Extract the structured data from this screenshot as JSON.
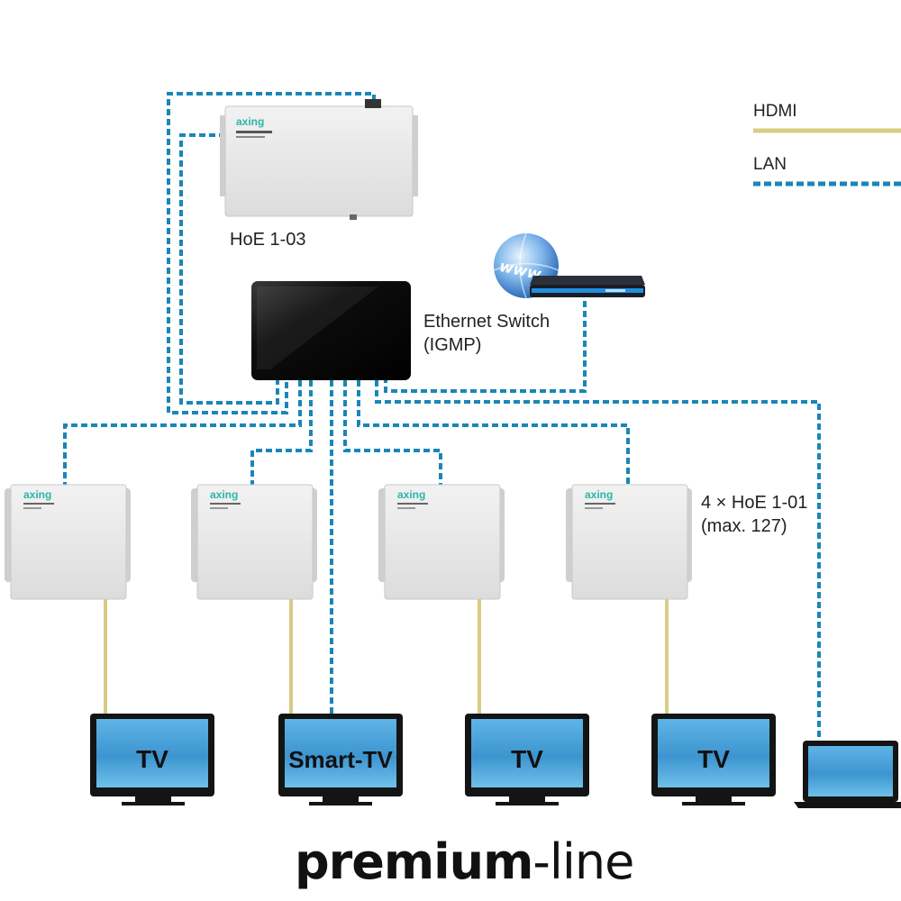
{
  "legend": {
    "hdmi_label": "HDMI",
    "lan_label": "LAN",
    "hdmi_color": "#d8cc85",
    "lan_color": "#1a86b8"
  },
  "devices": {
    "encoder": {
      "label": "HoE 1-03",
      "logo": "axing"
    },
    "switch": {
      "label_line1": "Ethernet Switch",
      "label_line2": "(IGMP)"
    },
    "router": {
      "globe_text": "www"
    },
    "receivers": {
      "label_line1": "4 × HoE 1-01",
      "label_line2": "(max. 127)",
      "logo": "axing"
    }
  },
  "displays": [
    {
      "label": "TV"
    },
    {
      "label": "Smart-TV"
    },
    {
      "label": "TV"
    },
    {
      "label": "TV"
    }
  ],
  "footer": {
    "brand_bold": "premium",
    "brand_light": "-line"
  },
  "colors": {
    "screen_blue": "#4aa3dc",
    "device_grey": "#e8e8e8",
    "switch_black": "#0d0d0d"
  }
}
